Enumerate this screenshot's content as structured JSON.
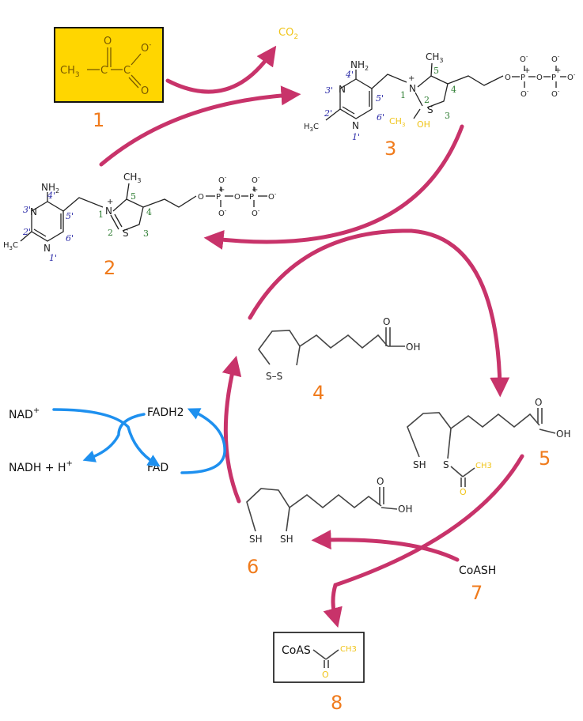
{
  "numbers": {
    "pyruvate": "1",
    "tpp": "2",
    "hydroxyethyl_tpp": "3",
    "lipoamide": "4",
    "acetyl_lipoamide": "5",
    "dihydrolipoamide": "6",
    "coash": "7",
    "acetyl_coa": "8"
  },
  "labels": {
    "co2_main": "CO",
    "co2_sub": "2",
    "nad_main": "NAD",
    "nad_sup": "+",
    "nadh_main": "NADH +  H",
    "nadh_sup": "+",
    "fadh2": "FADH2",
    "fad": "FAD",
    "coash": "CoASH",
    "coas": "CoAS"
  },
  "chem": {
    "ch3": "CH",
    "sub3": "3",
    "o_minus": "O",
    "minus": "-",
    "o": "O",
    "oh": "OH",
    "nh2_main": "NH",
    "nh2_sub": "2",
    "n": "N",
    "h3c_main": "H",
    "h3c_sub": "3",
    "h3c_c": "C",
    "s": "S",
    "sh": "SH",
    "p": "P",
    "plus": "+",
    "ss": "S–S",
    "ch3_full": "CH3"
  },
  "ring_labels": {
    "n3p": "3'",
    "c4p": "4'",
    "c2p": "2'",
    "c5p": "5'",
    "n1p": "1'",
    "c6p": "6'",
    "n1": "1",
    "c2": "2",
    "s3": "3",
    "c4": "4",
    "c5": "5"
  },
  "colors": {
    "pathway_arrow": "#c8336a",
    "redox_arrow": "#1e90ef",
    "number": "#f07b1c",
    "acetyl_group": "#f0c419",
    "pyruvate_box": "#ffd600"
  }
}
